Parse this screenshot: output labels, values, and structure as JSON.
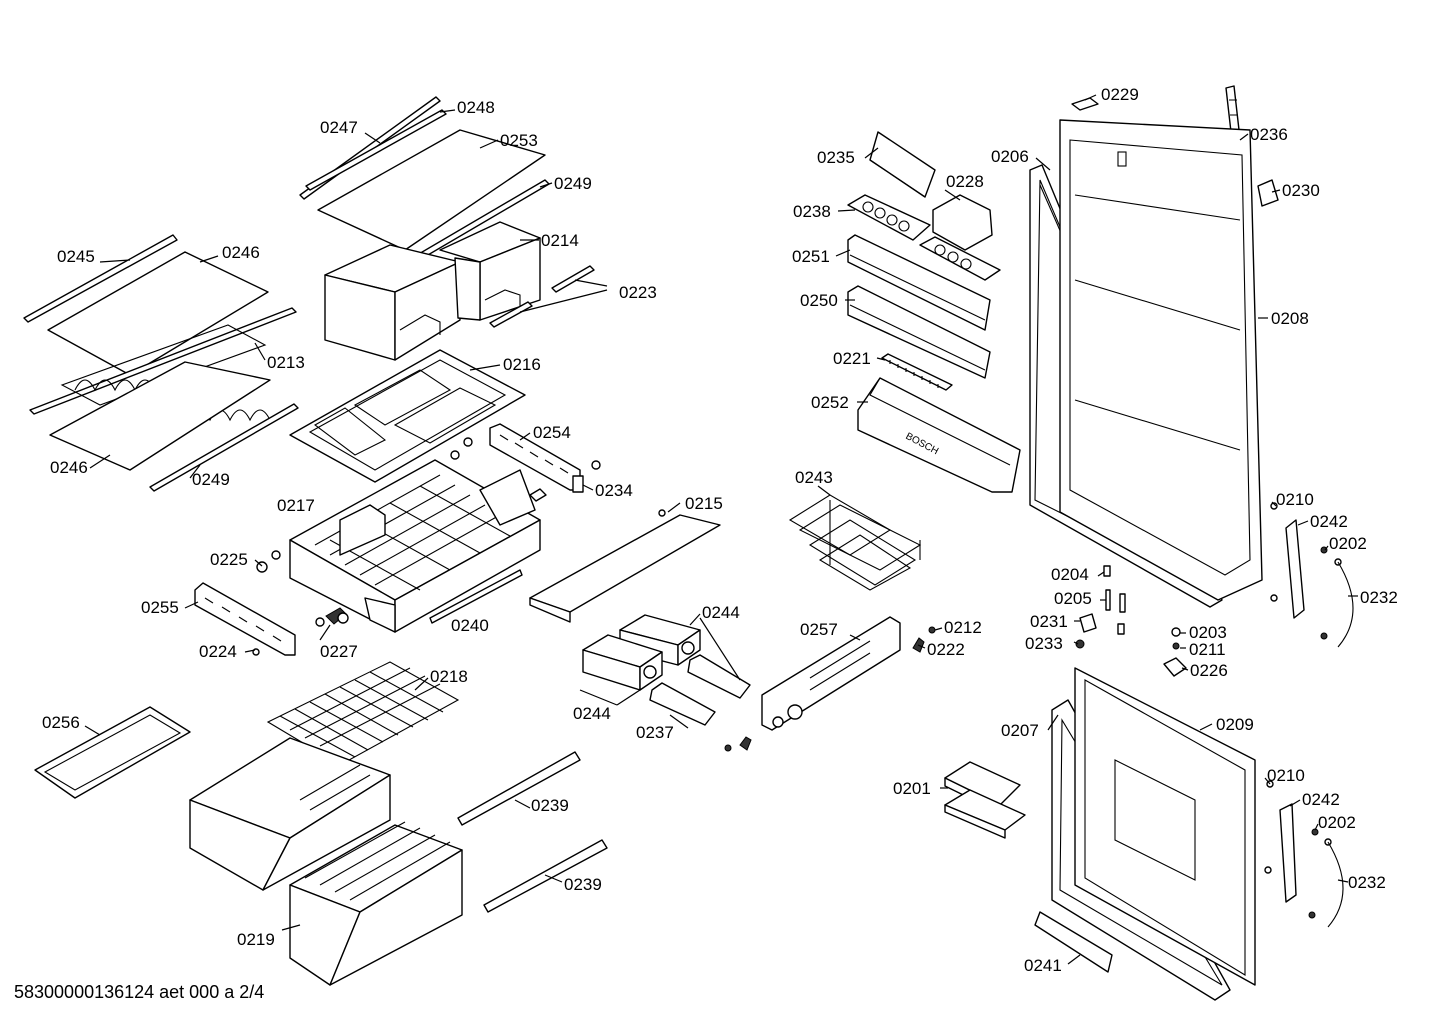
{
  "diagram": {
    "type": "exploded-parts-view",
    "part_labels": {
      "p0247": "0247",
      "p0248": "0248",
      "p0253": "0253",
      "p0249a": "0249",
      "p0214": "0214",
      "p0223": "0223",
      "p0245": "0245",
      "p0246a": "0246",
      "p0213": "0213",
      "p0216": "0216",
      "p0254": "0254",
      "p0246b": "0246",
      "p0249b": "0249",
      "p0234": "0234",
      "p0217": "0217",
      "p0215": "0215",
      "p0225": "0225",
      "p0255": "0255",
      "p0240": "0240",
      "p0224": "0224",
      "p0227": "0227",
      "p0218": "0218",
      "p0256": "0256",
      "p0239a": "0239",
      "p0239b": "0239",
      "p0219": "0219",
      "p0244a": "0244",
      "p0244b": "0244",
      "p0237": "0237",
      "p0257": "0257",
      "p0212": "0212",
      "p0222": "0222",
      "p0243": "0243",
      "p0235": "0235",
      "p0228": "0228",
      "p0238": "0238",
      "p0251": "0251",
      "p0250": "0250",
      "p0221": "0221",
      "p0252": "0252",
      "p0229": "0229",
      "p0236": "0236",
      "p0230": "0230",
      "p0206": "0206",
      "p0208": "0208",
      "p0210a": "0210",
      "p0242a": "0242",
      "p0202a": "0202",
      "p0232a": "0232",
      "p0204": "0204",
      "p0205": "0205",
      "p0231": "0231",
      "p0233": "0233",
      "p0203": "0203",
      "p0211": "0211",
      "p0226": "0226",
      "p0207": "0207",
      "p0209": "0209",
      "p0201": "0201",
      "p0210b": "0210",
      "p0242b": "0242",
      "p0202b": "0202",
      "p0232b": "0232",
      "p0241": "0241"
    },
    "brand_text": "BOSCH",
    "footer": "58300000136124 aet 000 a 2/4"
  }
}
